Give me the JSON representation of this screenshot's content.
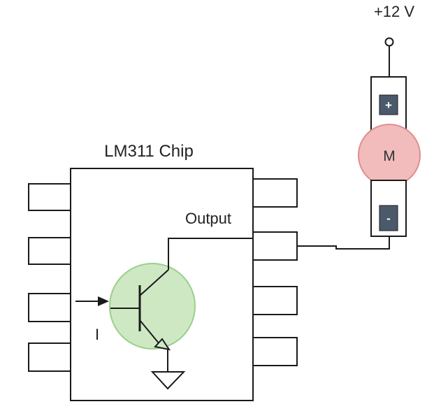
{
  "supply": {
    "label": "+12 V"
  },
  "chip": {
    "title": "LM311 Chip",
    "output_label": "Output",
    "input_label": "I"
  },
  "motor": {
    "label": "M",
    "plus_label": "+",
    "minus_label": "-"
  },
  "colors": {
    "line": "#1a1a1a",
    "transistor_fill": "#cfe8c4",
    "transistor_stroke": "#9bcf8c",
    "motor_fill": "#f2bcbc",
    "motor_stroke": "#e08e8e",
    "terminal_fill": "#4a5a6b"
  }
}
